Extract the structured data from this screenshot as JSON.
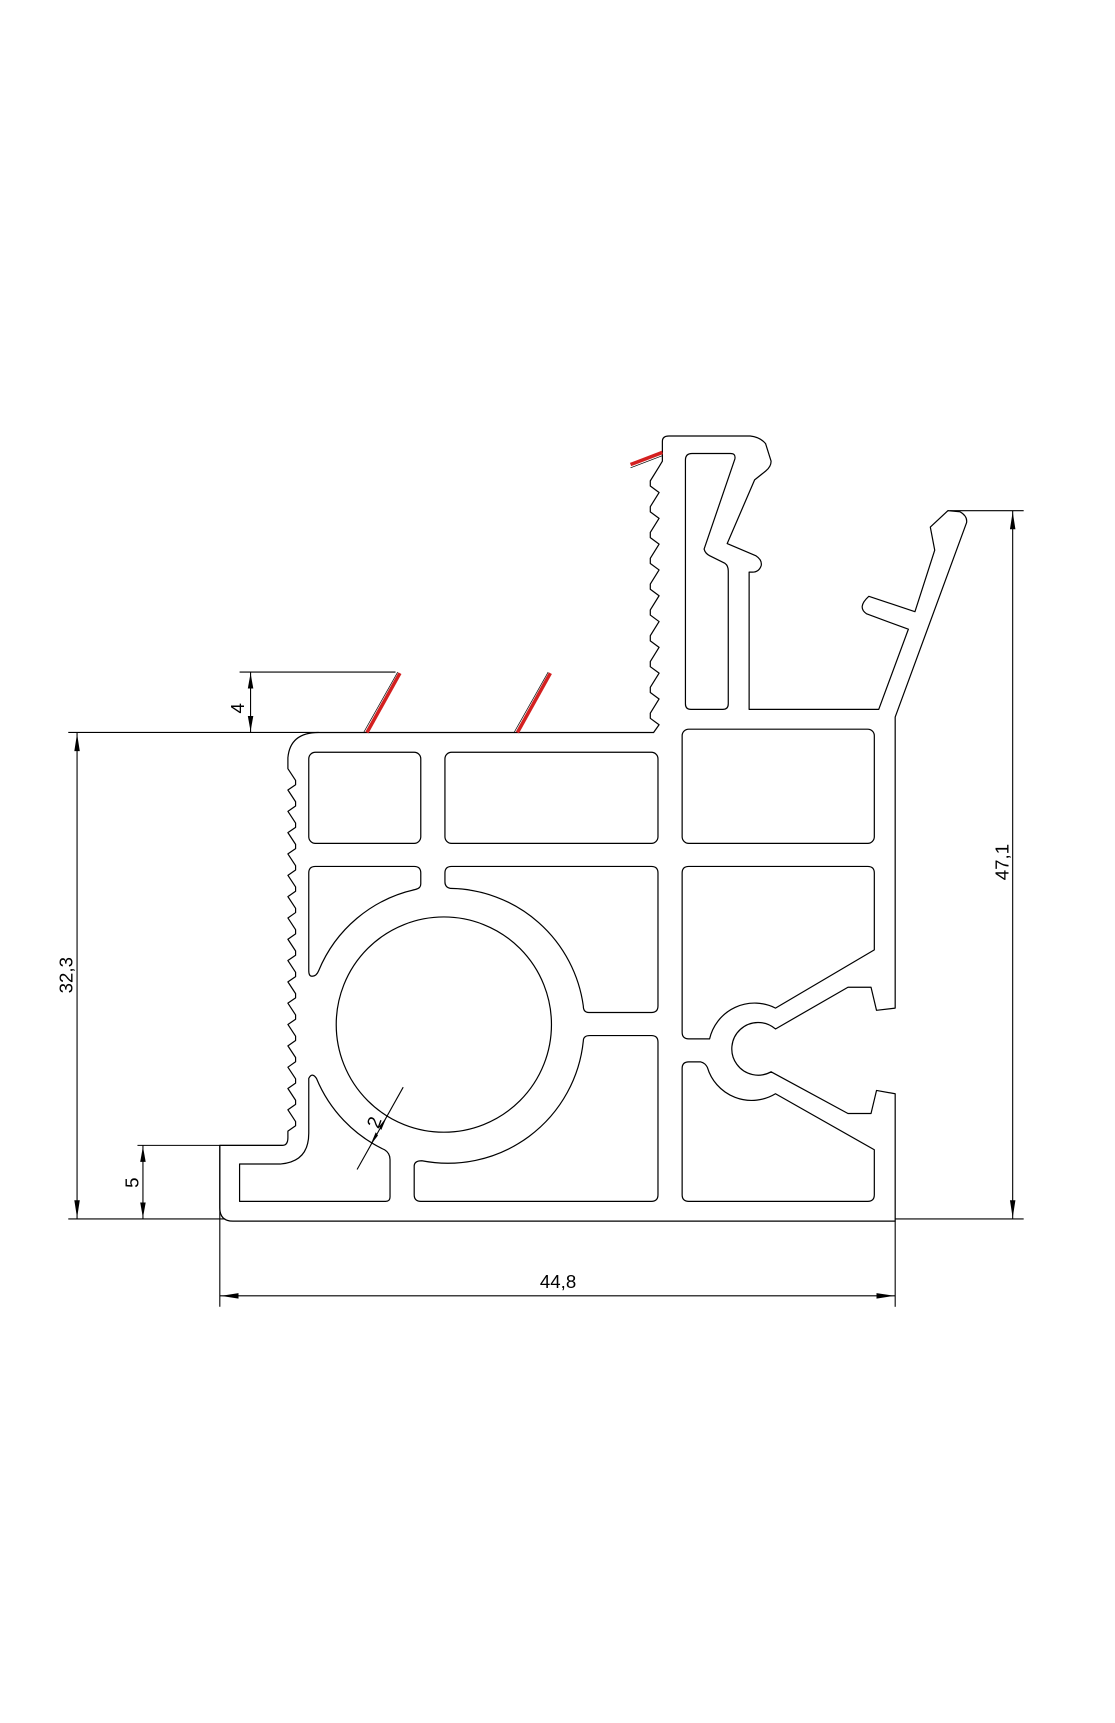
{
  "drawing": {
    "type": "aluminium profile cross-section",
    "colors": {
      "outline": "#000000",
      "seal": "#d42020",
      "background": "#ffffff"
    }
  },
  "dimensions": {
    "height_main": "32,3",
    "height_total": "47,1",
    "width_total": "44,8",
    "foot_height": "5",
    "seal_height": "4",
    "wall_thickness": "2"
  }
}
